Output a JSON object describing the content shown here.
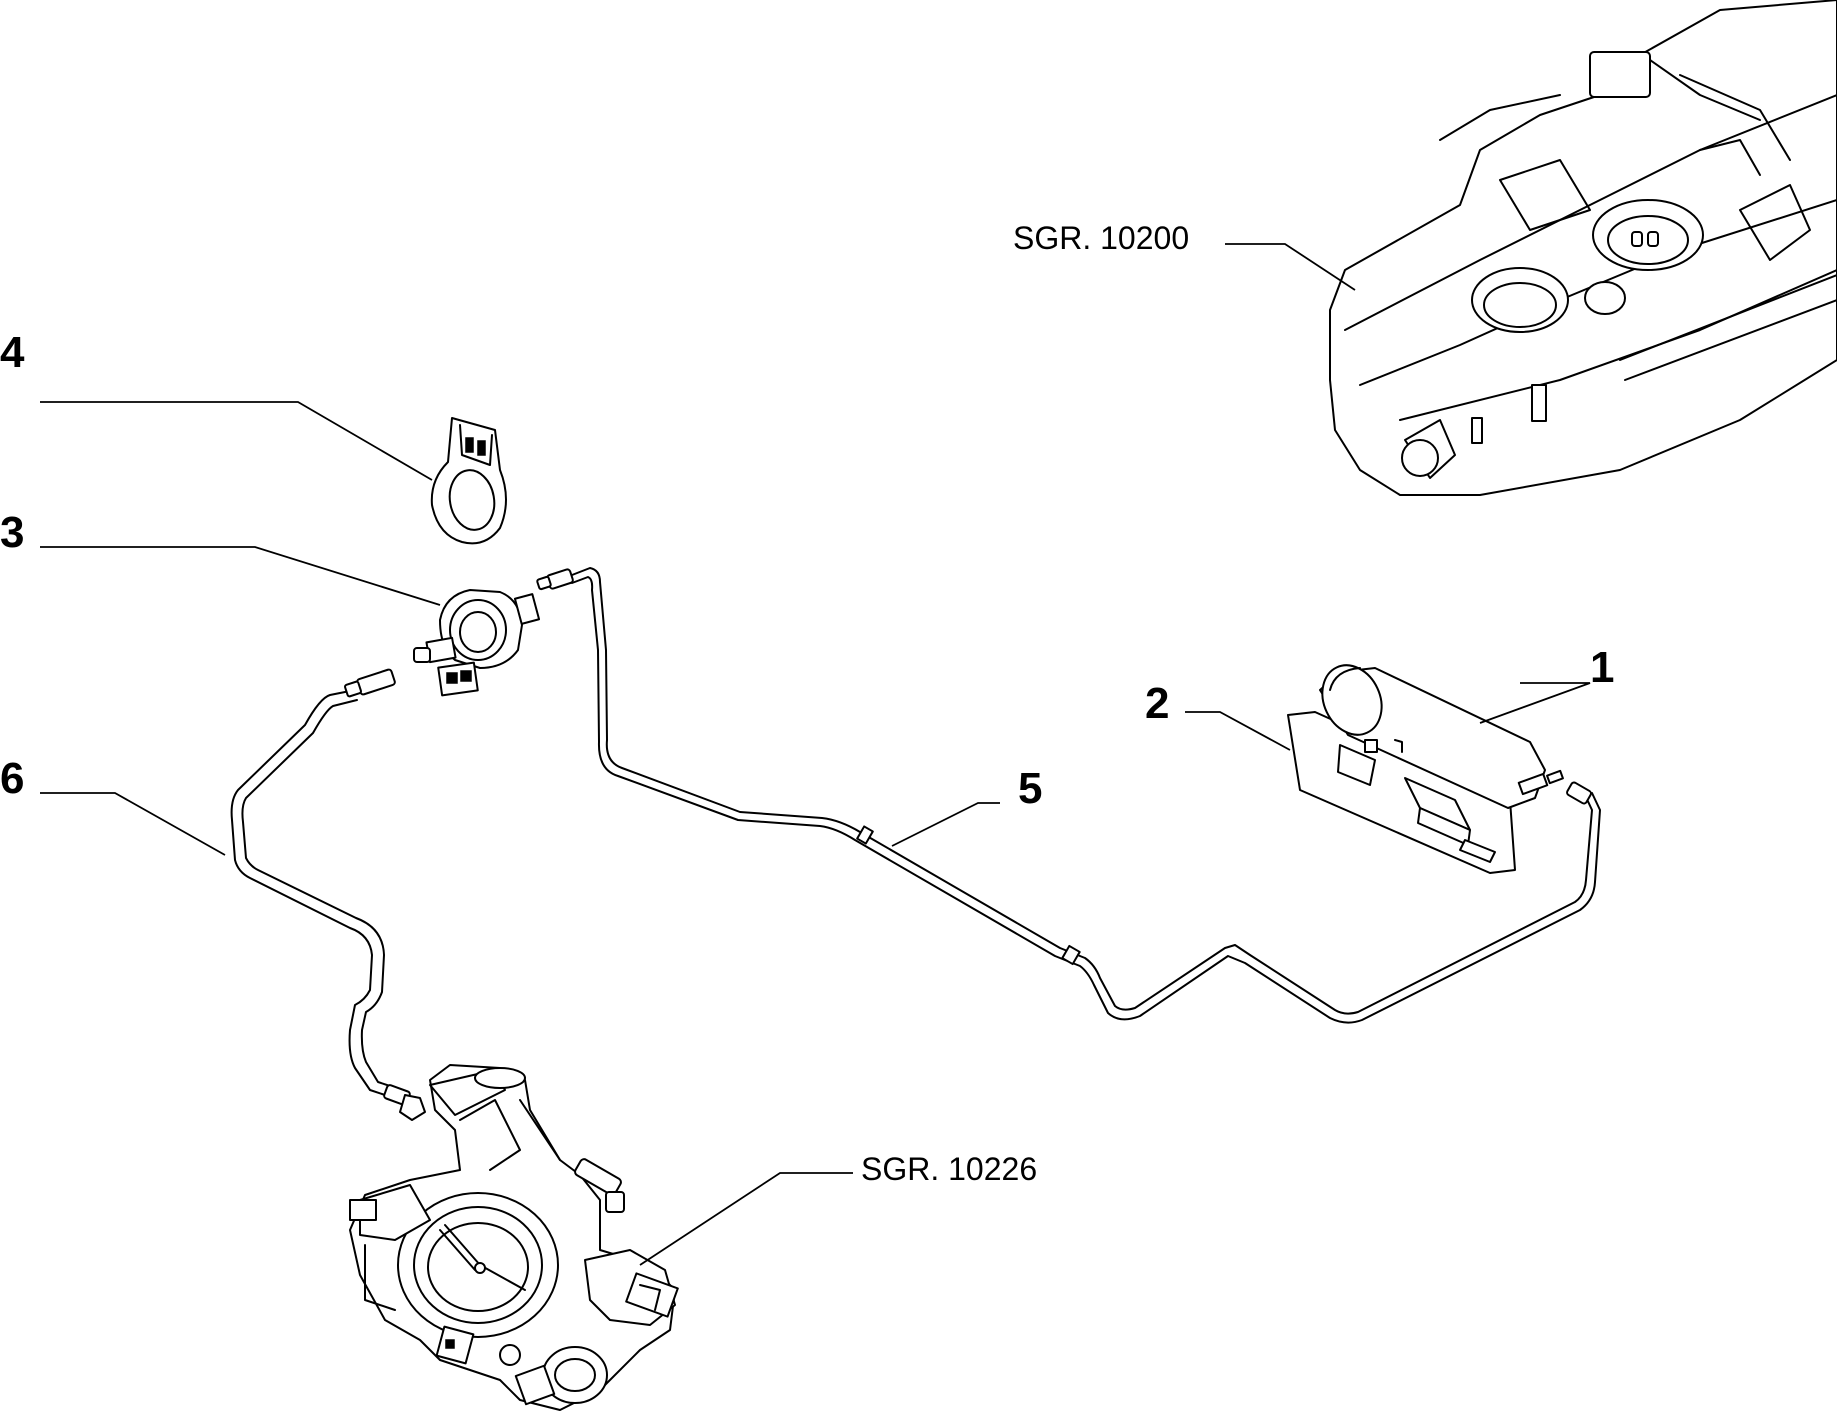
{
  "callouts": [
    {
      "id": "1",
      "label": "1"
    },
    {
      "id": "2",
      "label": "2"
    },
    {
      "id": "3",
      "label": "3"
    },
    {
      "id": "4",
      "label": "4"
    },
    {
      "id": "5",
      "label": "5"
    },
    {
      "id": "6",
      "label": "6"
    }
  ],
  "references": {
    "fuel_tank": "SGR. 10200",
    "throttle_body": "SGR. 10226"
  }
}
